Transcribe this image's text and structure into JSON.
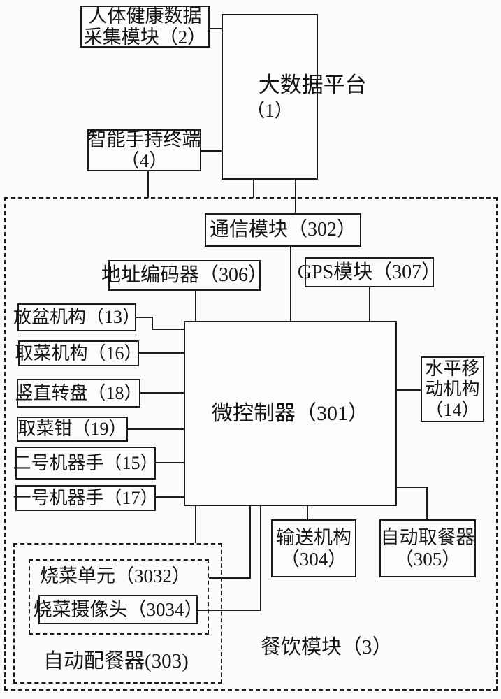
{
  "meta": {
    "type": "block-diagram",
    "line_color": "#1c1c1c",
    "background_color": "#fbfbfa"
  },
  "nodes": {
    "health_data_module": {
      "line1": "人体健康数据",
      "line2": "采集模块（2）"
    },
    "big_data_platform": {
      "chars": "大数据平台",
      "num": "（1）"
    },
    "handheld_terminal": {
      "line1": "智能手持终端",
      "line2": "（4）"
    },
    "comm_module": {
      "label": "通信模块（302）"
    },
    "address_encoder": {
      "label": "地址编码器（306）"
    },
    "gps_module": {
      "label": "GPS模块（307）"
    },
    "microcontroller": {
      "label": "微控制器（301）"
    },
    "horizontal_move_mech": {
      "line1": "水平移",
      "line2": "动机构",
      "line3": "（14）"
    },
    "basin_mech": {
      "label": "放盆机构（13）"
    },
    "dish_fetch_mech": {
      "label": "取菜机构（16）"
    },
    "vertical_turntable": {
      "label": "竖直转盘（18）"
    },
    "dish_tongs": {
      "label": "取菜钳（19）"
    },
    "robot_arm_no2": {
      "label": "二号机器手（15）"
    },
    "robot_arm_no1": {
      "label": "一号机器手（17）"
    },
    "conveyor_mech": {
      "line1": "输送机构",
      "line2": "（304）"
    },
    "auto_meal_taker": {
      "line1": "自动取餐器",
      "line2": "（305）"
    },
    "cooking_unit": {
      "label": "烧菜单元（3032）"
    },
    "cooking_camera": {
      "label": "烧菜摄像头（3034）"
    },
    "auto_meal_distributor": {
      "label": "自动配餐器(303)"
    },
    "catering_module": {
      "label": "餐饮模块（3）"
    }
  }
}
